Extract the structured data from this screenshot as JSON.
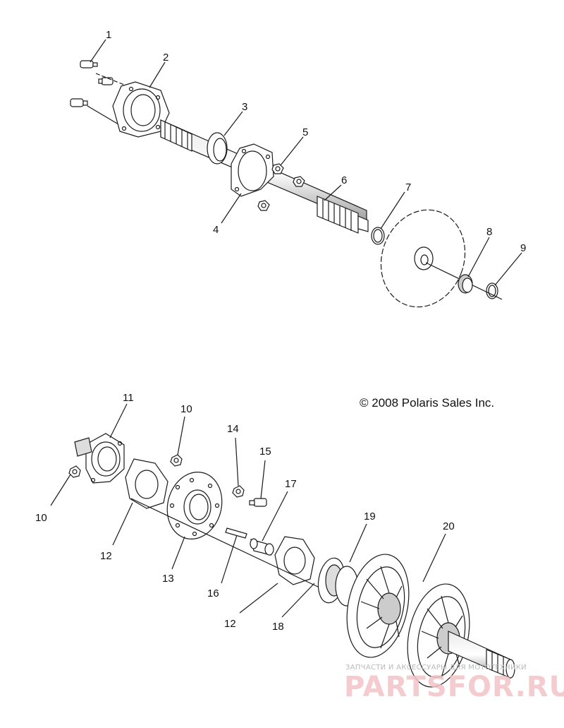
{
  "copyright": "© 2008 Polaris Sales Inc.",
  "watermark": {
    "line1": "ЗАПЧАСТИ И АКСЕССУАРЫ ДЛЯ МОТОТЕХНИКИ",
    "line2": "PARTSFOR.RU"
  },
  "callouts": {
    "c1": "1",
    "c2": "2",
    "c3": "3",
    "c4": "4",
    "c5": "5",
    "c6": "6",
    "c7": "7",
    "c8": "8",
    "c9": "9",
    "c10a": "10",
    "c10b": "10",
    "c11": "11",
    "c12a": "12",
    "c12b": "12",
    "c13": "13",
    "c14": "14",
    "c15": "15",
    "c16": "16",
    "c17": "17",
    "c18": "18",
    "c19": "19",
    "c20": "20"
  },
  "colors": {
    "line": "#1a1a1a",
    "part_fill": "#ffffff",
    "shade": "#bdbdbd",
    "watermark_red": "#f3c2c6"
  }
}
